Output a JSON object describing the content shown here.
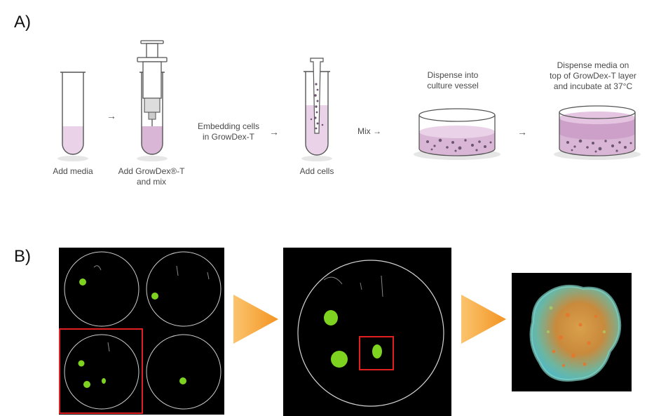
{
  "panels": {
    "a_label": "A)",
    "b_label": "B)"
  },
  "steps": {
    "add_media": "Add media",
    "add_growdex_line1": "Add GrowDex®-T",
    "add_growdex_line2": "and mix",
    "embedding_line1": "Embedding cells",
    "embedding_line2": "in GrowDex-T",
    "add_cells": "Add cells",
    "mix": "Mix",
    "dispense_line1": "Dispense into",
    "dispense_line2": "culture vessel",
    "dispense_media_line1": "Dispense media on",
    "dispense_media_line2": "top of GrowDex-T layer",
    "dispense_media_line3": "and incubate at 37°C"
  },
  "glyphs": {
    "arrow": "→"
  },
  "colors": {
    "media": "#ead3e8",
    "gel": "#d9b6d6",
    "cell": "#6d5670",
    "highlight": "#e02020",
    "play_arrow": "#f59a2c",
    "cell_green": "#7ed321"
  }
}
